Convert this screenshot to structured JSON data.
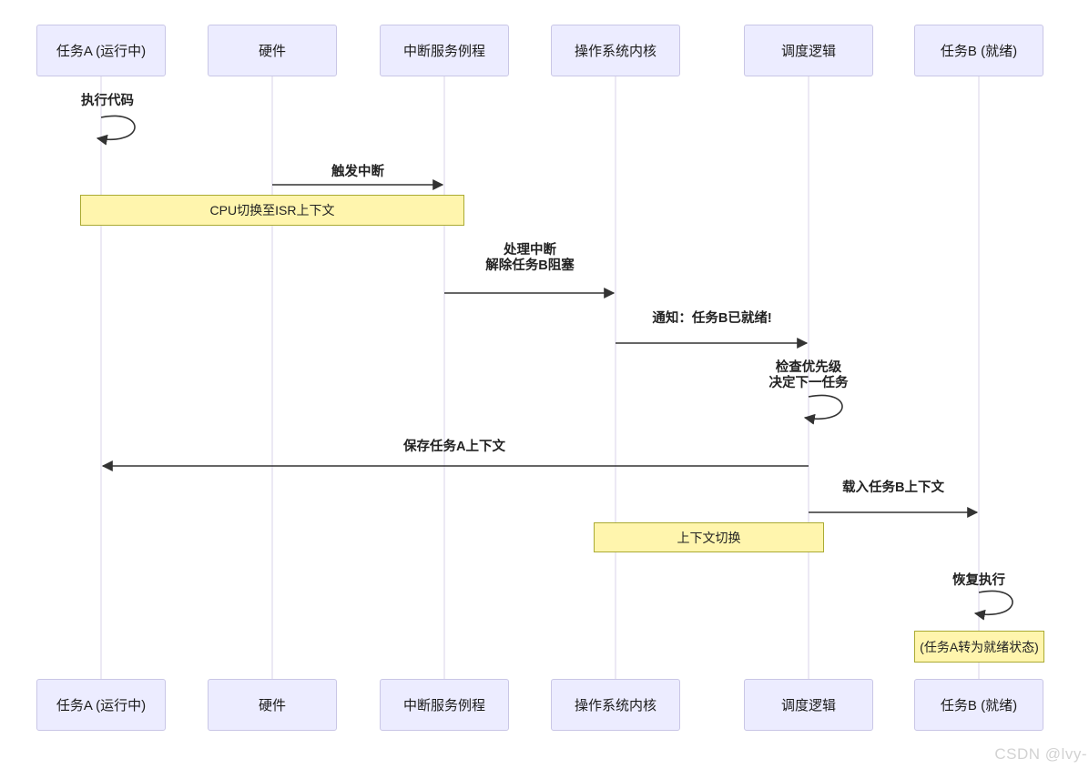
{
  "diagram_type": "sequence-diagram",
  "actors": [
    "任务A (运行中)",
    "硬件",
    "中断服务例程",
    "操作系统内核",
    "调度逻辑",
    "任务B (就绪)"
  ],
  "events": [
    {
      "type": "self-loop",
      "actor": "任务A (运行中)",
      "text": "执行代码"
    },
    {
      "type": "message",
      "from": "硬件",
      "to": "中断服务例程",
      "text": "触发中断"
    },
    {
      "type": "note",
      "over": [
        "任务A (运行中)",
        "中断服务例程"
      ],
      "text": "CPU切换至ISR上下文"
    },
    {
      "type": "message",
      "from": "中断服务例程",
      "to": "操作系统内核",
      "line1": "处理中断",
      "line2": "解除任务B阻塞"
    },
    {
      "type": "message",
      "from": "操作系统内核",
      "to": "调度逻辑",
      "text": "通知：任务B已就绪!"
    },
    {
      "type": "self-loop",
      "actor": "调度逻辑",
      "line1": "检查优先级",
      "line2": "决定下一任务"
    },
    {
      "type": "message",
      "from": "调度逻辑",
      "to": "任务A (运行中)",
      "text": "保存任务A上下文"
    },
    {
      "type": "message",
      "from": "调度逻辑",
      "to": "任务B (就绪)",
      "text": "载入任务B上下文"
    },
    {
      "type": "note",
      "over": [
        "操作系统内核",
        "调度逻辑"
      ],
      "text": "上下文切换"
    },
    {
      "type": "self-loop",
      "actor": "任务B (就绪)",
      "text": "恢复执行"
    },
    {
      "type": "note",
      "over": [
        "任务B (就绪)"
      ],
      "text": "(任务A转为就绪状态)"
    }
  ],
  "watermark": "CSDN @lvy-",
  "colors": {
    "actor_fill": "#ECECFF",
    "actor_border": "#C9C6E6",
    "note_fill": "#FFF5AD",
    "note_border": "#AAAA33",
    "arrow": "#333333",
    "lifeline": "#D8D3EA",
    "watermark": "#D2D2D2"
  }
}
